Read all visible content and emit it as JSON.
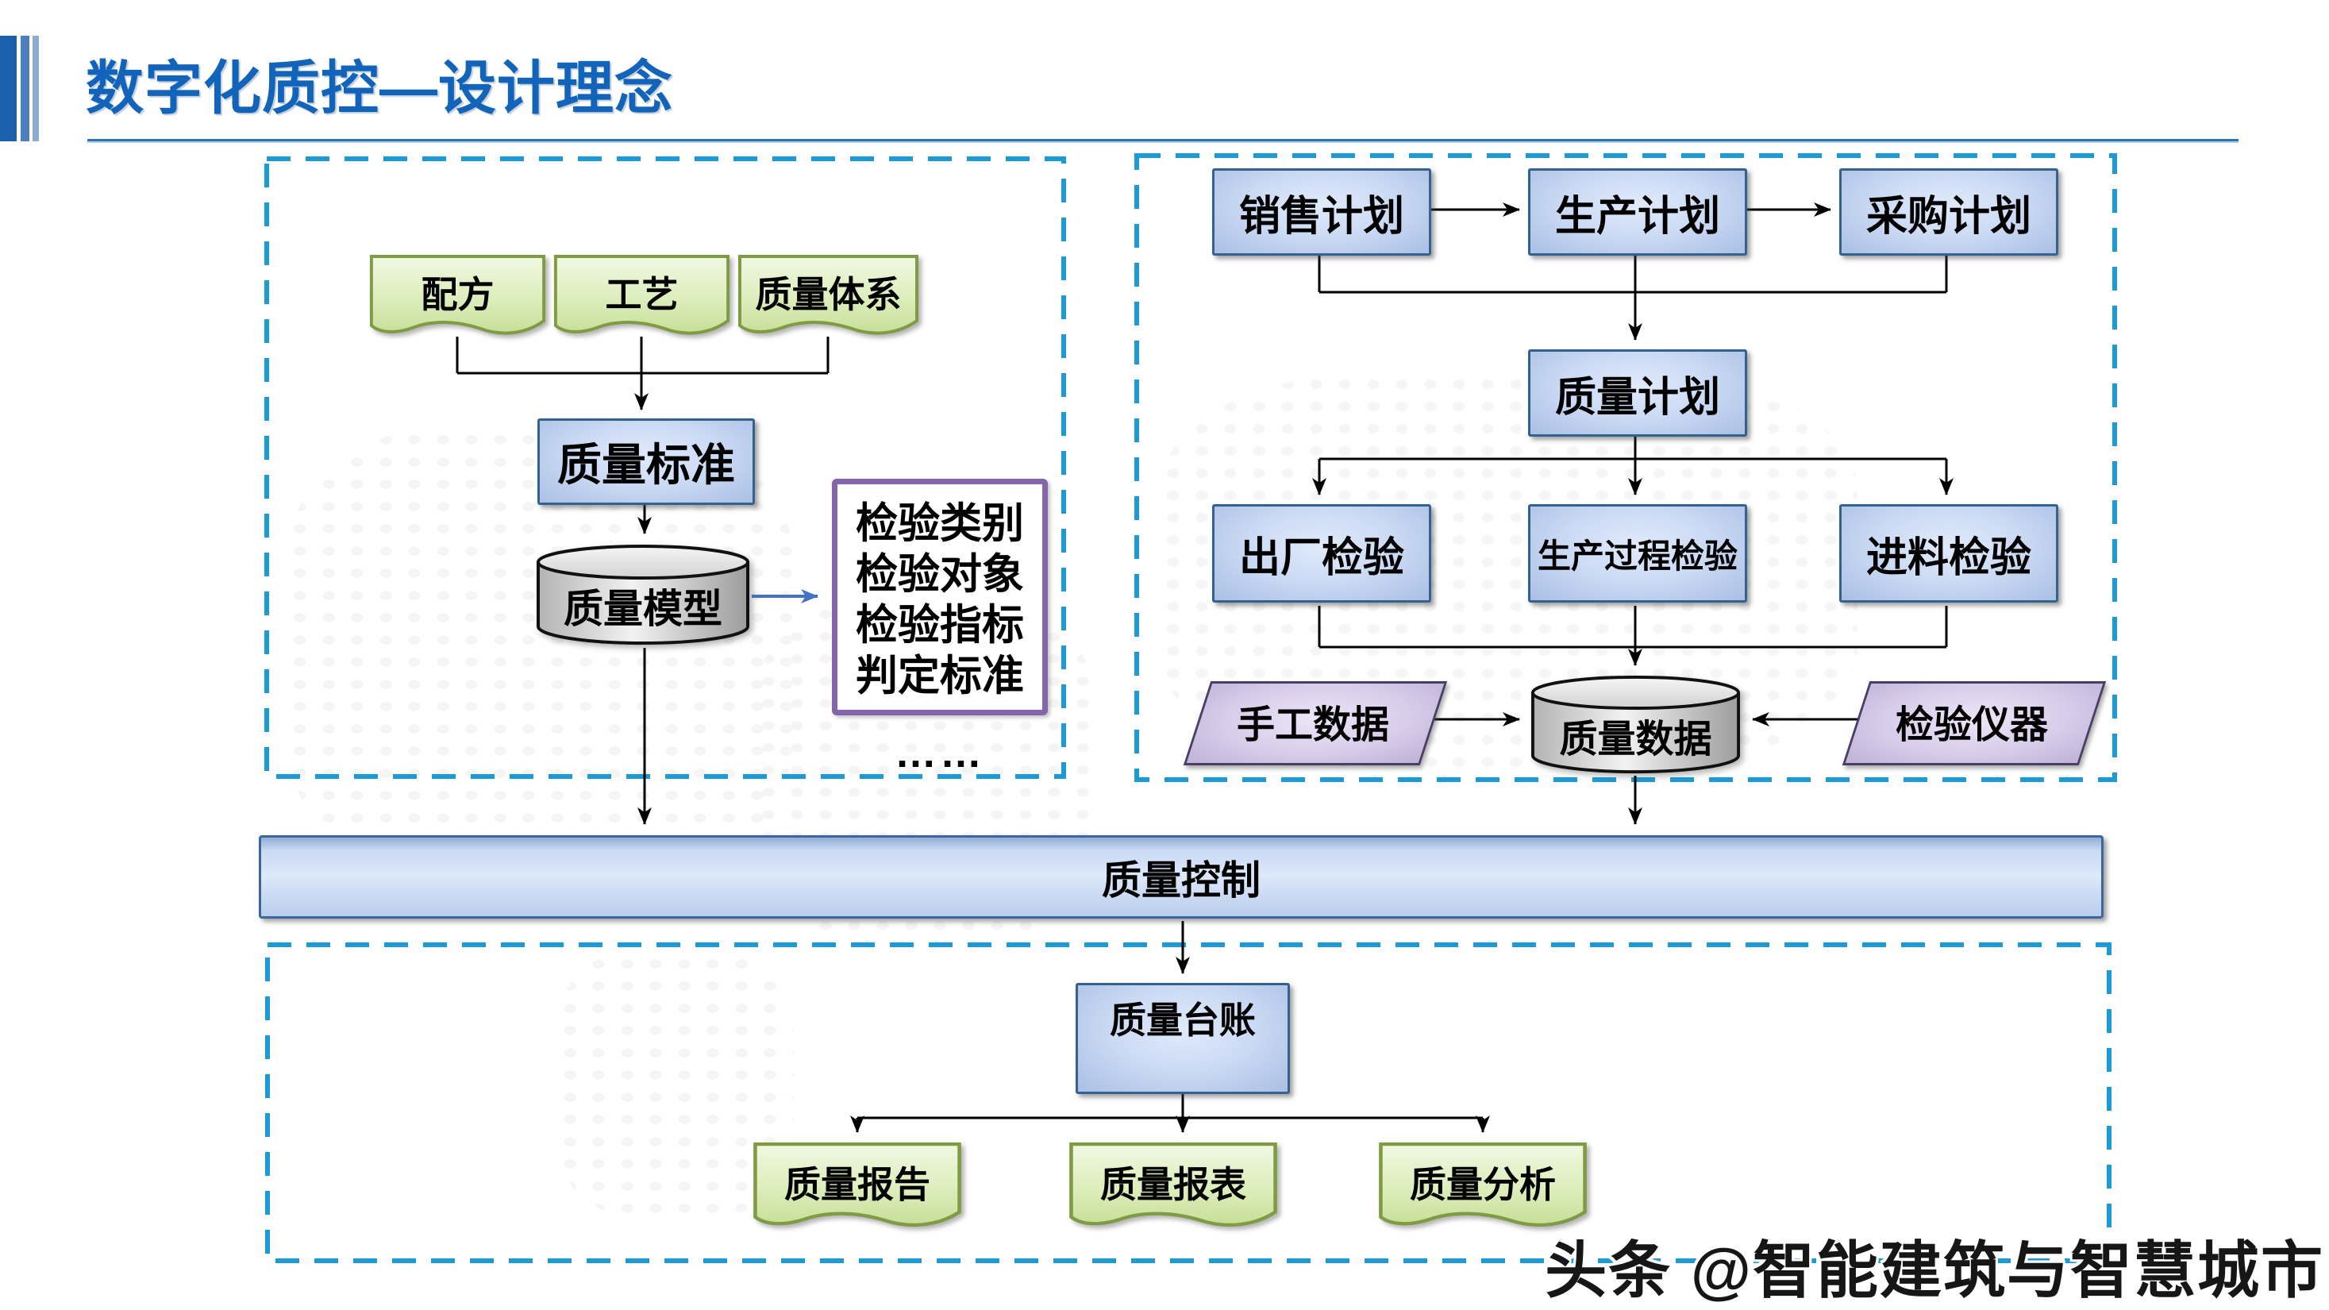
{
  "page": {
    "title": "数字化质控—设计理念",
    "watermark": "头条 @智能建筑与智慧城市"
  },
  "left_panel": {
    "docs": [
      {
        "label": "配方"
      },
      {
        "label": "工艺"
      },
      {
        "label": "质量体系"
      }
    ],
    "standard_label": "质量标准",
    "model_label": "质量模型",
    "detail_box": {
      "lines": [
        "检验类别",
        "检验对象",
        "检验指标",
        "判定标准"
      ],
      "ellipsis": "……"
    }
  },
  "right_panel": {
    "plans": [
      {
        "label": "销售计划"
      },
      {
        "label": "生产计划"
      },
      {
        "label": "采购计划"
      }
    ],
    "quality_plan_label": "质量计划",
    "inspections": [
      {
        "label": "出厂检验"
      },
      {
        "label": "生产过程检验"
      },
      {
        "label": "进料检验"
      }
    ],
    "manual_data_label": "手工数据",
    "quality_data_label": "质量数据",
    "instrument_label": "检验仪器"
  },
  "control_bar_label": "质量控制",
  "bottom_panel": {
    "ledger_label": "质量台账",
    "outputs": [
      {
        "label": "质量报告"
      },
      {
        "label": "质量报表"
      },
      {
        "label": "质量分析"
      }
    ]
  },
  "colors": {
    "title_blue": "#1263BA",
    "dashed_border": "#1C9AD6",
    "node_border": "#35618F",
    "node_fill": "#CBDAF4",
    "green_doc_fill": "#DCEDB9",
    "green_doc_border": "#7F9B43",
    "purple_border": "#8464AA",
    "parallelogram_fill": "#D8CDEA",
    "cylinder_fill": "#D9D9D9",
    "arrow_blue": "#4472C4",
    "arrow_black": "#000000"
  }
}
